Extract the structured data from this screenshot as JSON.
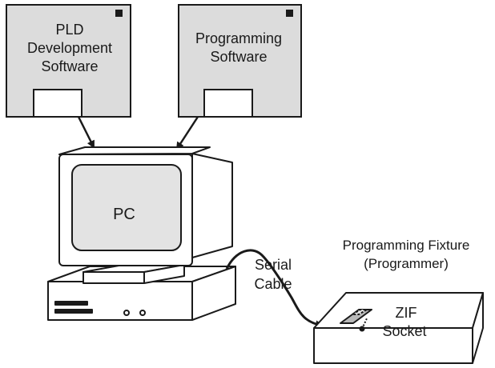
{
  "diskettes": [
    {
      "lines": [
        "PLD",
        "Development",
        "Software"
      ]
    },
    {
      "lines": [
        "Programming",
        "Software"
      ]
    }
  ],
  "computer": {
    "screen_label": "PC"
  },
  "cable": {
    "lines": [
      "Serial",
      "Cable"
    ]
  },
  "programmer": {
    "title_lines": [
      "Programming Fixture",
      "(Programmer)"
    ],
    "socket_lines": [
      "ZIF",
      "Socket"
    ]
  },
  "colors": {
    "disk_fill": "#dcdcdc",
    "stroke": "#1a1a1a",
    "screen_fill": "#e3e3e3",
    "background": "#ffffff"
  }
}
